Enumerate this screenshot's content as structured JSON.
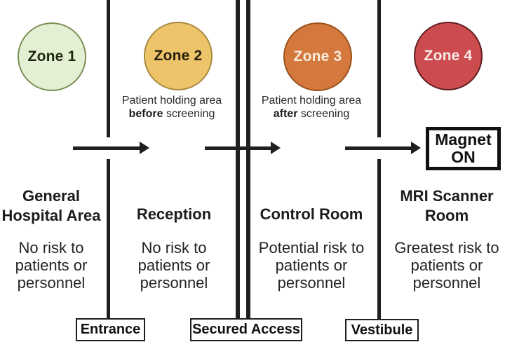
{
  "zones": [
    {
      "label": "Zone 1",
      "fill": "#e4f0d3",
      "border": "#7c8f56",
      "label_color": "#20260f",
      "heading_lines": [
        "General",
        "Hospital Area"
      ],
      "risk_lines": [
        "No risk to",
        "patients or",
        "personnel"
      ]
    },
    {
      "label": "Zone 2",
      "fill": "#edc469",
      "border": "#a98a41",
      "label_color": "#27200d",
      "caption": {
        "line1": "Patient holding area",
        "bold": "before",
        "rest": " screening"
      },
      "heading_lines": [
        "Reception",
        ""
      ],
      "risk_lines": [
        "No risk to",
        "patients or",
        "personnel"
      ]
    },
    {
      "label": "Zone 3",
      "fill": "#d4783d",
      "border": "#9a521c",
      "label_color": "#f7eddc",
      "caption": {
        "line1": "Patient holding area",
        "bold": "after",
        "rest": " screening"
      },
      "heading_lines": [
        "Control Room",
        ""
      ],
      "risk_lines": [
        "Potential risk to",
        "patients or",
        "personnel"
      ]
    },
    {
      "label": "Zone 4",
      "fill": "#cc4b4e",
      "border": "#611e20",
      "label_color": "#f8e9e8",
      "heading_lines": [
        "MRI Scanner",
        "Room"
      ],
      "risk_lines": [
        "Greatest risk to",
        "patients or",
        "personnel"
      ]
    }
  ],
  "gates": [
    {
      "label": "Entrance"
    },
    {
      "label": "Secured Access"
    },
    {
      "label": "Vestibule"
    }
  ],
  "magnet": {
    "line1": "Magnet",
    "line2": "ON"
  }
}
